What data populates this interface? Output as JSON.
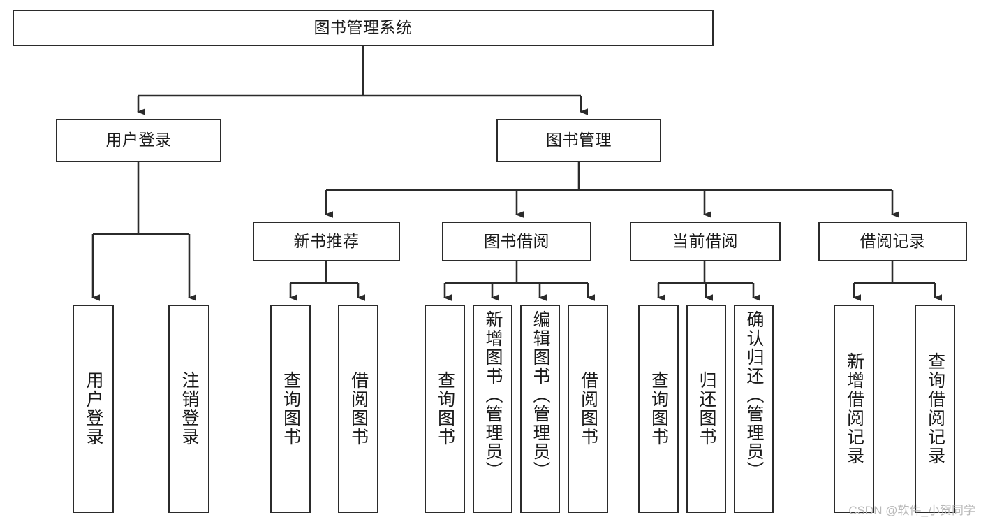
{
  "diagram": {
    "type": "tree",
    "title": "图书管理系统",
    "watermark": "CSDN @软件_小贺同学",
    "colors": {
      "background": "#ffffff",
      "stroke": "#2b2b2b",
      "text": "#1a1a1a",
      "watermark": "#b9b9b9"
    },
    "nodes": {
      "root": {
        "label": "图书管理系统"
      },
      "level2": [
        {
          "label": "用户登录"
        },
        {
          "label": "图书管理"
        }
      ],
      "level3": [
        {
          "label": "新书推荐"
        },
        {
          "label": "图书借阅"
        },
        {
          "label": "当前借阅"
        },
        {
          "label": "借阅记录"
        }
      ],
      "leaves": {
        "user_login": [
          {
            "label": "用户登录"
          },
          {
            "label": "注销登录"
          }
        ],
        "new_book": [
          {
            "label": "查询图书"
          },
          {
            "label": "借阅图书"
          }
        ],
        "book_borrow": [
          {
            "label": "查询图书"
          },
          {
            "label": "新增图书（管理员）"
          },
          {
            "label": "编辑图书（管理员）"
          },
          {
            "label": "借阅图书"
          }
        ],
        "current_borrow": [
          {
            "label": "查询图书"
          },
          {
            "label": "归还图书"
          },
          {
            "label": "确认归还（管理员）"
          }
        ],
        "borrow_record": [
          {
            "label": "新增借阅记录"
          },
          {
            "label": "查询借阅记录"
          }
        ]
      }
    }
  }
}
